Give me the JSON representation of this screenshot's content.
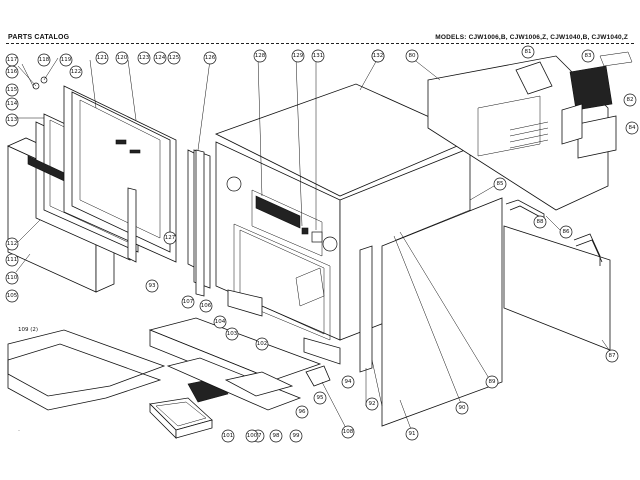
{
  "header": {
    "catalog_title": "PARTS CATALOG",
    "models_text": "MODELS: CJW1006,B, CJW1006,Z, CJW1040,B, CJW1040,Z"
  },
  "callouts": [
    {
      "id": "c117",
      "label": "117"
    },
    {
      "id": "c118",
      "label": "118"
    },
    {
      "id": "c119",
      "label": "119"
    },
    {
      "id": "c116",
      "label": "116"
    },
    {
      "id": "c122",
      "label": "122"
    },
    {
      "id": "c115",
      "label": "115"
    },
    {
      "id": "c114",
      "label": "114"
    },
    {
      "id": "c113",
      "label": "113"
    },
    {
      "id": "c112",
      "label": "112"
    },
    {
      "id": "c111",
      "label": "111"
    },
    {
      "id": "c110",
      "label": "110"
    },
    {
      "id": "c105",
      "label": "105"
    },
    {
      "id": "c109",
      "label": "109 (2)"
    },
    {
      "id": "c121",
      "label": "121"
    },
    {
      "id": "c120",
      "label": "120"
    },
    {
      "id": "c123",
      "label": "123"
    },
    {
      "id": "c124",
      "label": "124"
    },
    {
      "id": "c125",
      "label": "125"
    },
    {
      "id": "c126",
      "label": "126"
    },
    {
      "id": "c127",
      "label": "127"
    },
    {
      "id": "c93",
      "label": "93"
    },
    {
      "id": "c107",
      "label": "107"
    },
    {
      "id": "c106",
      "label": "106"
    },
    {
      "id": "c104",
      "label": "104"
    },
    {
      "id": "c103",
      "label": "103"
    },
    {
      "id": "c102",
      "label": "102"
    },
    {
      "id": "c128",
      "label": "128"
    },
    {
      "id": "c129",
      "label": "129"
    },
    {
      "id": "c130",
      "label": "130"
    },
    {
      "id": "c131",
      "label": "131"
    },
    {
      "id": "c132",
      "label": "132"
    },
    {
      "id": "c80",
      "label": "80"
    },
    {
      "id": "c81",
      "label": "81"
    },
    {
      "id": "c83",
      "label": "83"
    },
    {
      "id": "c82",
      "label": "82"
    },
    {
      "id": "c84",
      "label": "84"
    },
    {
      "id": "c85",
      "label": "85"
    },
    {
      "id": "c88",
      "label": "88"
    },
    {
      "id": "c86",
      "label": "86"
    },
    {
      "id": "c87",
      "label": "87"
    },
    {
      "id": "c89",
      "label": "89"
    },
    {
      "id": "c90",
      "label": "90"
    },
    {
      "id": "c91",
      "label": "91"
    },
    {
      "id": "c92",
      "label": "92"
    },
    {
      "id": "c94",
      "label": "94"
    },
    {
      "id": "c95",
      "label": "95"
    },
    {
      "id": "c96",
      "label": "96"
    },
    {
      "id": "c97",
      "label": "97"
    },
    {
      "id": "c98",
      "label": "98"
    },
    {
      "id": "c99",
      "label": "99"
    },
    {
      "id": "c100",
      "label": "100"
    },
    {
      "id": "c101",
      "label": "101"
    },
    {
      "id": "c108",
      "label": "108"
    }
  ],
  "footer_mark": "·"
}
